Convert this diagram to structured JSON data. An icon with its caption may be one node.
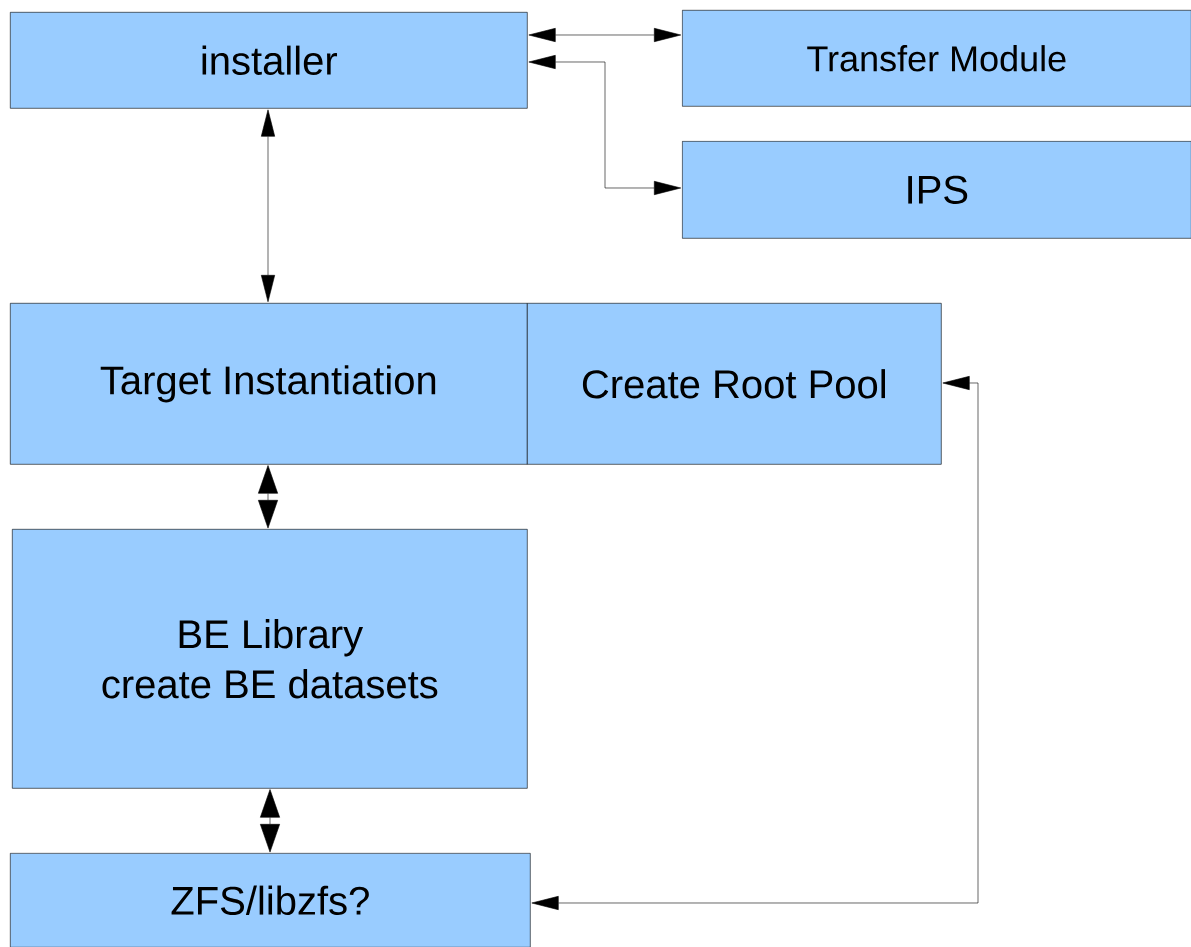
{
  "diagram": {
    "nodes": [
      {
        "text": [
          "installer"
        ]
      },
      {
        "text": [
          "Transfer Module"
        ]
      },
      {
        "text": [
          "IPS"
        ]
      },
      {
        "text": [
          "Target Instantiation"
        ]
      },
      {
        "text": [
          "Create Root Pool"
        ]
      },
      {
        "text": [
          "BE Library",
          "create BE datasets"
        ]
      },
      {
        "text": [
          "ZFS/libzfs?"
        ]
      }
    ],
    "edges": [
      {
        "from": 0,
        "to": 1,
        "arrow": "both"
      },
      {
        "from": 0,
        "to": 2,
        "arrow": "both"
      },
      {
        "from": 0,
        "to": 3,
        "arrow": "both"
      },
      {
        "from": 3,
        "to": 5,
        "arrow": "both"
      },
      {
        "from": 5,
        "to": 6,
        "arrow": "both"
      },
      {
        "from": 6,
        "to": 4,
        "arrow": "both"
      }
    ]
  }
}
